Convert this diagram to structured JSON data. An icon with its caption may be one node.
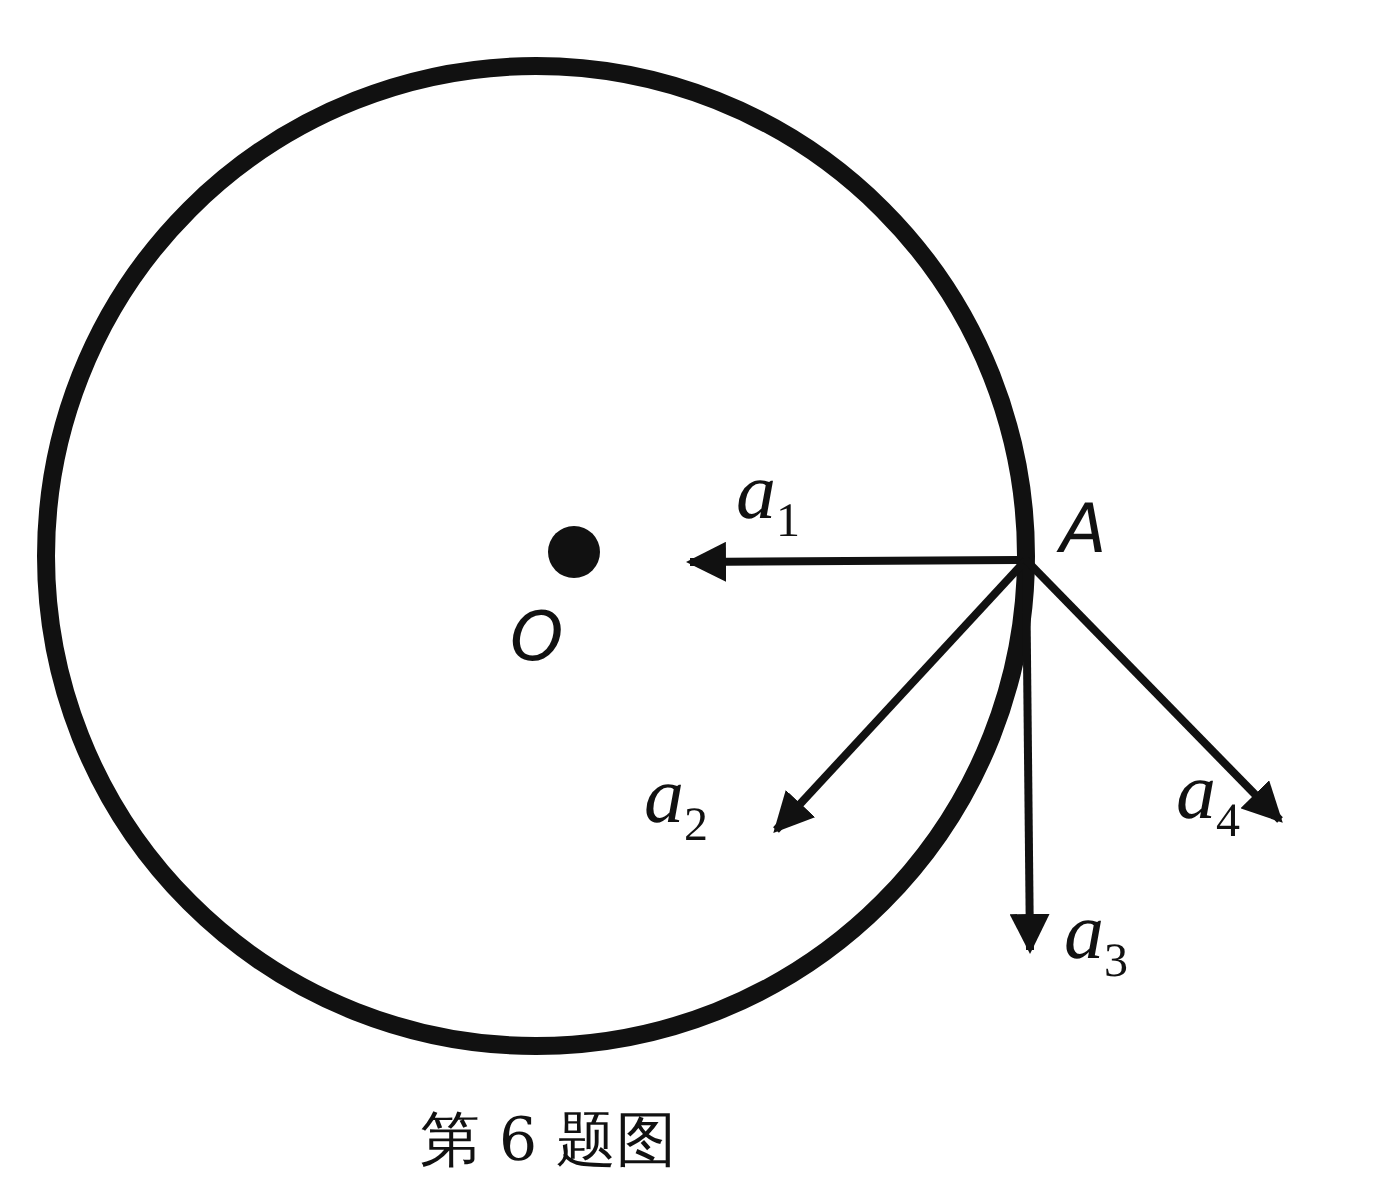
{
  "diagram": {
    "caption": "第 6 题图",
    "labels": [
      "O",
      "A",
      "a$_{1}$",
      "a$_{2}$",
      "a$_{3}$",
      "a$_{4}$"
    ]
  }
}
